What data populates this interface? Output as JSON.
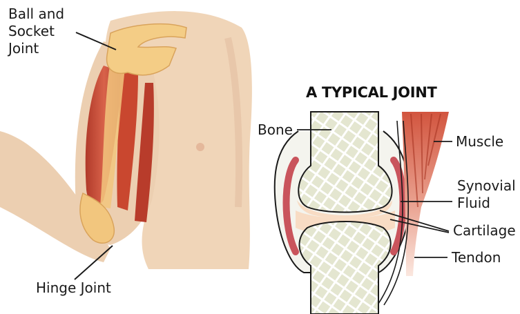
{
  "left_figure": {
    "labels": {
      "ball_socket": [
        "Ball and",
        "Socket",
        "Joint"
      ],
      "hinge": "Hinge Joint"
    }
  },
  "right_figure": {
    "title": "A TYPICAL JOINT",
    "labels": {
      "bone": "Bone",
      "muscle": "Muscle",
      "synovial_fluid": [
        "Synovial",
        "Fluid"
      ],
      "cartilage": "Cartilage",
      "tendon": "Tendon"
    }
  },
  "colors": {
    "skin": "#f0d5b8",
    "muscle": "#c94a37",
    "bone": "#e6e7d2",
    "cartilage": "#f8dcc4",
    "synovial_membrane": "#c9545c",
    "line": "#1a1a1a"
  }
}
